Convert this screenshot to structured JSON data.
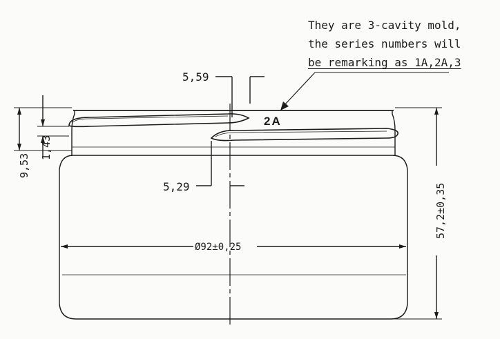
{
  "note": {
    "line_1": "They are 3-cavity mold,",
    "line_2": "the series numbers will",
    "line_3": "be remarking as 1A,2A,3"
  },
  "cavity_mark": "2A",
  "dimensions": {
    "thread_step_upper": "5,59",
    "thread_step_lower": "5,29",
    "neck_height": "9,53",
    "thread_pitch": "1,43",
    "diameter": "Ø92±0,25",
    "total_height": "57,2±0,35"
  },
  "colors": {
    "ink": "#1c1c1c",
    "paper": "#fbfbfa"
  }
}
